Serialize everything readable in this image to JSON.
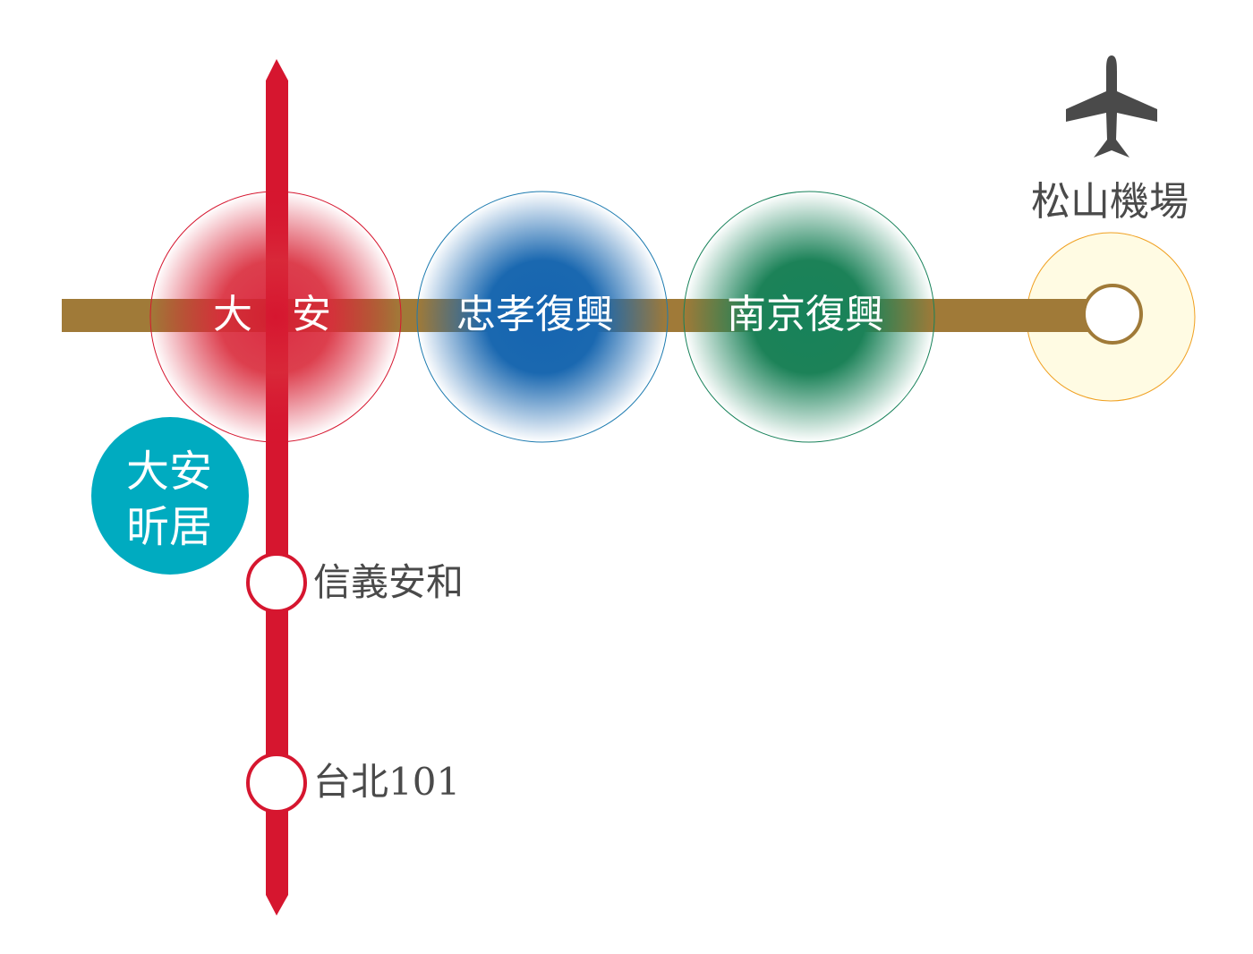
{
  "stations": {
    "daan": "大　安",
    "zhongxiao_fuxing": "忠孝復興",
    "nanjing_fuxing": "南京復興",
    "songshan_airport": "松山機場",
    "xinyi_anhe": "信義安和",
    "taipei101": "台北101"
  },
  "project": {
    "line1": "大安",
    "line2": "昕居"
  },
  "colors": {
    "red_line": "#d6162f",
    "brown_line": "#a07a38",
    "blue": "#1665b0",
    "green": "#17825a",
    "teal": "#00abc0",
    "airport_fill": "#fffbe3",
    "airport_stroke": "#f0a020",
    "text_dark": "#4a4a4a"
  },
  "icons": {
    "airport": "airplane-icon"
  }
}
